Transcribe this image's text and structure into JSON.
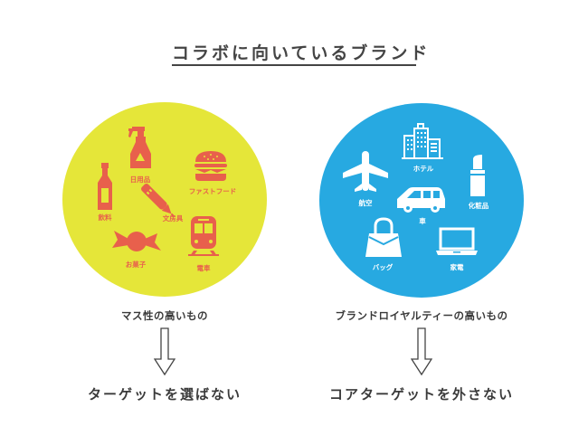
{
  "title": "コラボに向いているブランド",
  "colors": {
    "left_circle": "#e5e639",
    "left_icons": "#e8604c",
    "right_circle": "#27a9e1",
    "right_icons": "#ffffff",
    "text": "#3a3a3a"
  },
  "left": {
    "items": [
      {
        "label": "日用品",
        "icon": "spray-bottle-icon"
      },
      {
        "label": "ファストフード",
        "icon": "hamburger-icon"
      },
      {
        "label": "飲料",
        "icon": "bottle-icon"
      },
      {
        "label": "文房具",
        "icon": "pen-icon"
      },
      {
        "label": "お菓子",
        "icon": "candy-icon"
      },
      {
        "label": "電車",
        "icon": "train-icon"
      }
    ],
    "caption": "マス性の高いもの",
    "conclusion": "ターゲットを選ばない"
  },
  "right": {
    "items": [
      {
        "label": "ホテル",
        "icon": "hotel-building-icon"
      },
      {
        "label": "航空",
        "icon": "airplane-icon"
      },
      {
        "label": "化粧品",
        "icon": "lipstick-icon"
      },
      {
        "label": "車",
        "icon": "car-icon"
      },
      {
        "label": "バッグ",
        "icon": "handbag-icon"
      },
      {
        "label": "家電",
        "icon": "laptop-icon"
      }
    ],
    "caption": "ブランドロイヤルティーの高いもの",
    "conclusion": "コアターゲットを外さない"
  }
}
